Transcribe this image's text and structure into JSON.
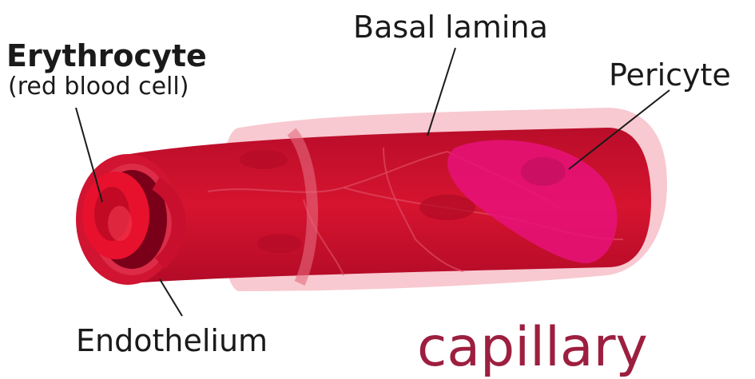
{
  "labels": {
    "erythrocyte": "Erythrocyte",
    "erythrocyte_sub": "(red blood cell)",
    "basal_lamina": "Basal lamina",
    "pericyte": "Pericyte",
    "endothelium": "Endothelium",
    "title": "capillary"
  },
  "colors": {
    "title": "#9c1f3f",
    "basal_lamina": "#f7c3cb",
    "vessel_outer": "#c8102e",
    "vessel_dark": "#a3001f",
    "lumen": "#7a0019",
    "erythrocyte": "#e8112d",
    "pericyte": "#e8127a",
    "leader_line": "#1a1a1a"
  }
}
